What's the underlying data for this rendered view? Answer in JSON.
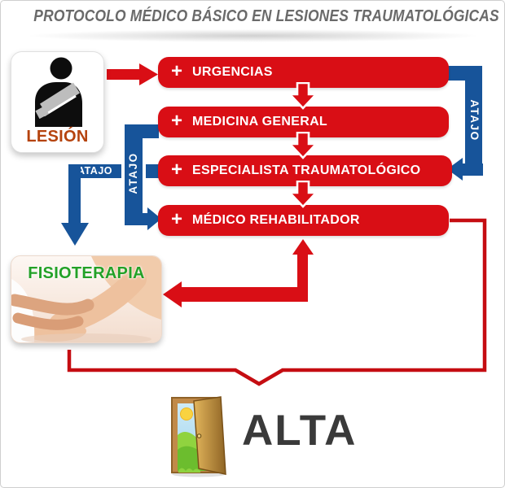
{
  "title": "PROTOCOLO MÉDICO BÁSICO EN LESIONES TRAUMATOLÓGICAS",
  "source": {
    "label": "LESIÓN"
  },
  "plus_sign": "+",
  "steps": [
    {
      "label": "URGENCIAS"
    },
    {
      "label": "MEDICINA GENERAL"
    },
    {
      "label": "ESPECIALISTA TRAUMATOLÓGICO"
    },
    {
      "label": "MÉDICO REHABILITADOR"
    }
  ],
  "shortcuts": {
    "right": "ATAJO",
    "left": "ATAJO",
    "lower": "ATAJO"
  },
  "fisioterapia": {
    "label": "FISIOTERAPIA"
  },
  "alta": {
    "label": "ALTA"
  },
  "colors": {
    "step_red": "#d90e15",
    "shortcut_blue": "#17549a",
    "discharge_line_red": "#c50d12",
    "lesion_text": "#b5430e",
    "fisioterapia_green": "#23a127",
    "alta_text": "#3a3a3a",
    "title_gray": "#6a6a6a"
  }
}
